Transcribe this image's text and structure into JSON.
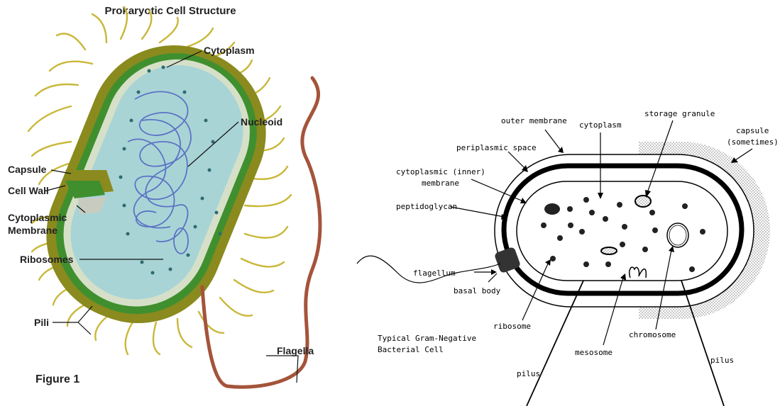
{
  "left_figure": {
    "title": "Prokaryotic Cell Structure",
    "figure_label": "Figure 1",
    "labels": {
      "cytoplasm": "Cytoplasm",
      "nucleoid": "Nucleoid",
      "capsule": "Capsule",
      "cell_wall": "Cell Wall",
      "cytoplasmic_membrane_1": "Cytoplasmic",
      "cytoplasmic_membrane_2": "Membrane",
      "ribosomes": "Ribosomes",
      "pili": "Pili",
      "flagella": "Flagella"
    },
    "colors": {
      "capsule": "#8a8a1e",
      "cell_wall": "#3f8f2f",
      "cytoplasm": "#a9d4d6",
      "nucleoid": "#5b73c4",
      "pili": "#c9b83a",
      "flagella": "#a4543a"
    }
  },
  "right_figure": {
    "caption_1": "Typical Gram-Negative",
    "caption_2": "Bacterial Cell",
    "labels": {
      "outer_membrane": "outer membrane",
      "cytoplasm": "cytoplasm",
      "storage_granule": "storage granule",
      "capsule_1": "capsule",
      "capsule_2": "(sometimes)",
      "periplasmic_space": "periplasmic space",
      "cytoplasmic_inner_1": "cytoplasmic (inner)",
      "cytoplasmic_inner_2": "membrane",
      "peptidoglycan": "peptidoglycan",
      "flagellum": "flagellum",
      "basal_body": "basal body",
      "ribosome": "ribosome",
      "mesosome": "mesosome",
      "chromosome": "chromosome",
      "pilus_left": "pilus",
      "pilus_right": "pilus"
    }
  }
}
